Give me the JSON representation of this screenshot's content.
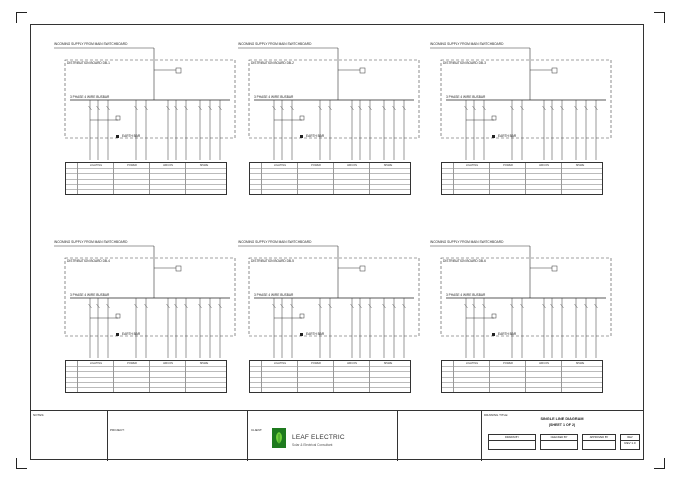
{
  "title_block": {
    "company_name": "LEAF ELECTRIC",
    "company_sub": "Solar & Electrical Consultant",
    "drawing_title": "SINGLE LINE DIAGRAM",
    "sheet_label": "(SHEET 1 OF 2)",
    "label_notes": "NOTES:",
    "label_project": "PROJECT:",
    "label_drawing_title": "DRAWING TITLE:",
    "label_client": "CLIENT:",
    "label_drawn_by": "DRAWN BY",
    "label_checked_by": "CHECKED BY",
    "label_approved_by": "APPROVED BY",
    "label_rev": "REV",
    "rev_value": "REV 1.0"
  },
  "panels": [
    {
      "id": "panel-1",
      "incoming": "INCOMING SUPPLY FROM MAIN SWITCHBOARD",
      "db_name": "DISTRIBUTION BOARD DB-1",
      "busbar": "3 PHASE 4 WIRE BUSBAR",
      "earth": "EARTH BAR",
      "feeders": [
        "LIGHTING",
        "POWER",
        "AIRCON",
        "SPARE"
      ]
    },
    {
      "id": "panel-2",
      "incoming": "INCOMING SUPPLY FROM MAIN SWITCHBOARD",
      "db_name": "DISTRIBUTION BOARD DB-2",
      "busbar": "3 PHASE 4 WIRE BUSBAR",
      "earth": "EARTH BAR",
      "feeders": [
        "LIGHTING",
        "POWER",
        "AIRCON",
        "SPARE"
      ]
    },
    {
      "id": "panel-3",
      "incoming": "INCOMING SUPPLY FROM MAIN SWITCHBOARD",
      "db_name": "DISTRIBUTION BOARD DB-3",
      "busbar": "3 PHASE 4 WIRE BUSBAR",
      "earth": "EARTH BAR",
      "feeders": [
        "LIGHTING",
        "POWER",
        "AIRCON",
        "SPARE"
      ]
    },
    {
      "id": "panel-4",
      "incoming": "INCOMING SUPPLY FROM MAIN SWITCHBOARD",
      "db_name": "DISTRIBUTION BOARD DB-4",
      "busbar": "3 PHASE 4 WIRE BUSBAR",
      "earth": "EARTH BAR",
      "feeders": [
        "LIGHTING",
        "POWER",
        "AIRCON",
        "SPARE"
      ]
    },
    {
      "id": "panel-5",
      "incoming": "INCOMING SUPPLY FROM MAIN SWITCHBOARD",
      "db_name": "DISTRIBUTION BOARD DB-5",
      "busbar": "3 PHASE 4 WIRE BUSBAR",
      "earth": "EARTH BAR",
      "feeders": [
        "LIGHTING",
        "POWER",
        "AIRCON",
        "SPARE"
      ]
    },
    {
      "id": "panel-6",
      "incoming": "INCOMING SUPPLY FROM MAIN SWITCHBOARD",
      "db_name": "DISTRIBUTION BOARD DB-6",
      "busbar": "3 PHASE 4 WIRE BUSBAR",
      "earth": "EARTH BAR",
      "feeders": [
        "LIGHTING",
        "POWER",
        "AIRCON",
        "SPARE"
      ]
    }
  ]
}
